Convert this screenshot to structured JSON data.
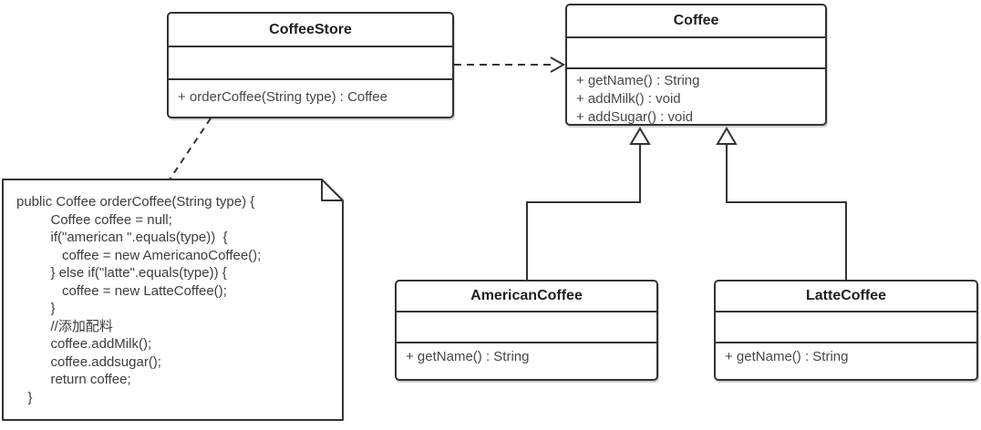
{
  "diagram": {
    "kind": "uml-class-diagram",
    "background_color": "#ffffff",
    "line_color": "#333333",
    "title_text_color": "#1f1f1f",
    "body_text_color": "#474747"
  },
  "classes": {
    "coffee_store": {
      "name": "CoffeeStore",
      "attributes": [],
      "methods": [
        "+ orderCoffee(String type) : Coffee"
      ]
    },
    "coffee": {
      "name": "Coffee",
      "attributes": [],
      "methods": [
        "+ getName() : String",
        "+ addMilk() : void",
        "+ addSugar() : void"
      ]
    },
    "american_coffee": {
      "name": "AmericanCoffee",
      "attributes": [],
      "methods": [
        "+ getName() : String"
      ]
    },
    "latte_coffee": {
      "name": "LatteCoffee",
      "attributes": [],
      "methods": [
        "+ getName() : String"
      ]
    }
  },
  "note": {
    "lines": [
      "public Coffee orderCoffee(String type) {",
      "         Coffee coffee = null;",
      "         if(\"american \".equals(type))  {",
      "            coffee = new AmericanoCoffee();",
      "         } else if(\"latte\".equals(type)) {",
      "            coffee = new LatteCoffee();",
      "         }",
      "         //添加配料",
      "         coffee.addMilk();",
      "         coffee.addsugar();",
      "         return coffee;",
      "   }"
    ]
  },
  "relationships": [
    {
      "from": "CoffeeStore",
      "to": "Coffee",
      "type": "dependency",
      "style": "dashed-open-arrow"
    },
    {
      "from": "AmericanCoffee",
      "to": "Coffee",
      "type": "inheritance",
      "style": "solid-hollow-triangle"
    },
    {
      "from": "LatteCoffee",
      "to": "Coffee",
      "type": "inheritance",
      "style": "solid-hollow-triangle"
    },
    {
      "from": "CoffeeStore",
      "to": "code-note",
      "type": "note-anchor",
      "style": "dashed"
    }
  ]
}
